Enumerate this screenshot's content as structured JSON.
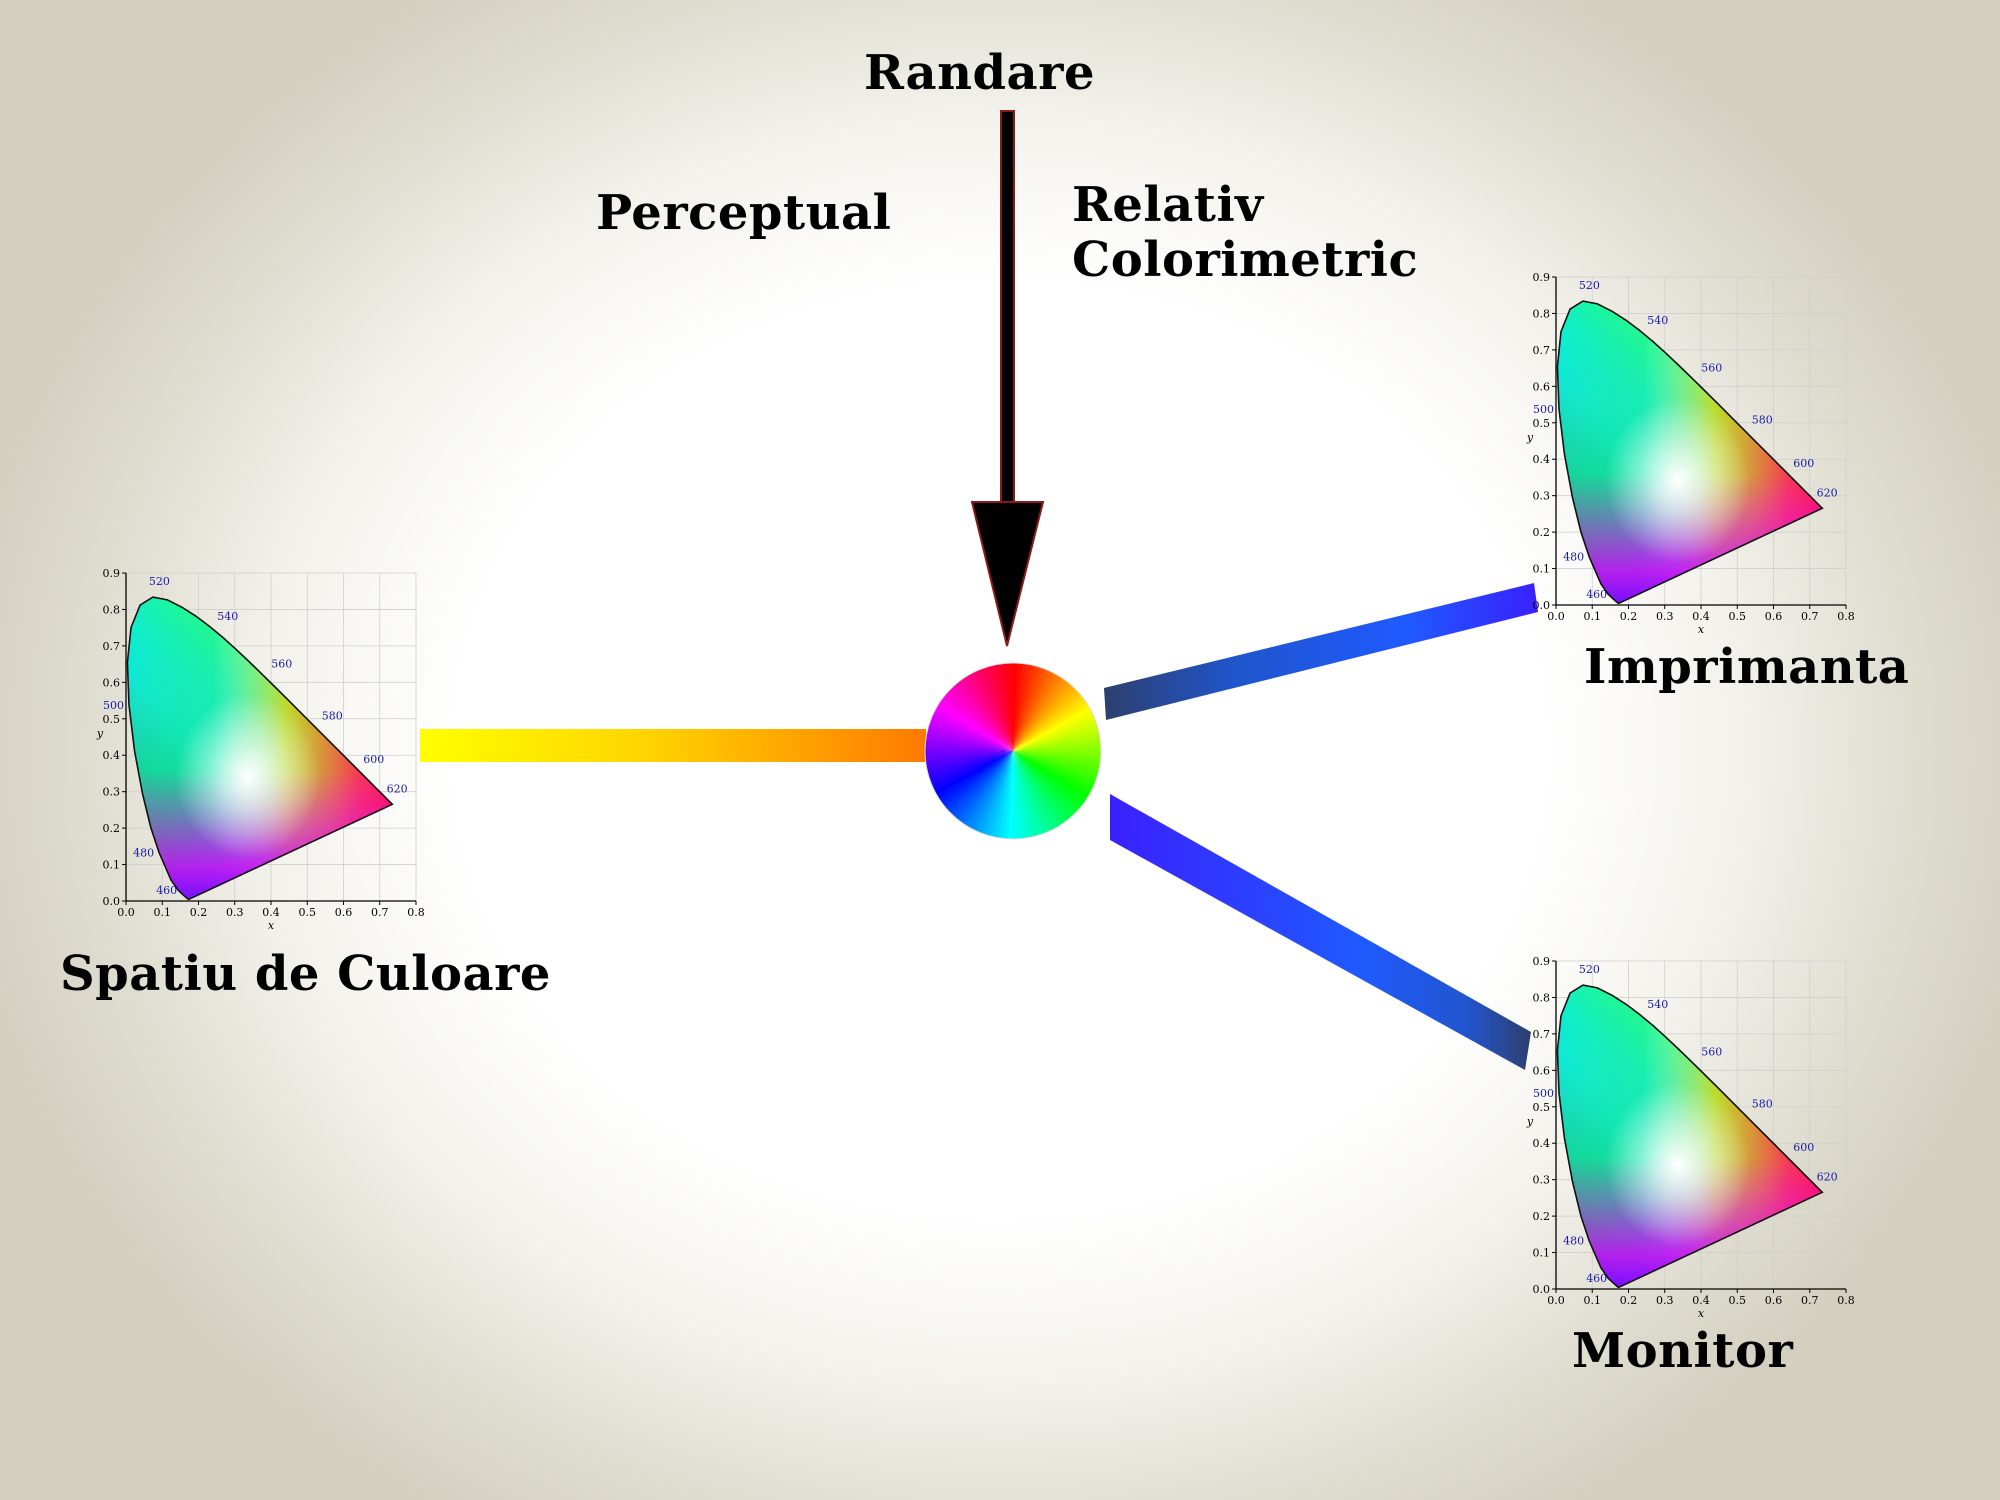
{
  "labels": {
    "rendering": "Randare",
    "perceptual": "Perceptual",
    "relative_line1": "Relativ",
    "relative_line2": "Colorimetric",
    "color_space": "Spatiu de Culoare",
    "printer": "Imprimanta",
    "monitor": "Monitor"
  },
  "cie_chart": {
    "x_ticks": [
      "0.0",
      "0.1",
      "0.2",
      "0.3",
      "0.4",
      "0.5",
      "0.6",
      "0.7",
      "0.8"
    ],
    "y_ticks": [
      "0.0",
      "0.1",
      "0.2",
      "0.3",
      "0.4",
      "0.5",
      "0.6",
      "0.7",
      "0.8",
      "0.9"
    ],
    "xlabel": "x",
    "ylabel": "y",
    "wavelengths": [
      "460",
      "480",
      "500",
      "520",
      "540",
      "560",
      "580",
      "600",
      "620"
    ]
  },
  "colors": {
    "arrow_fill": "#000000",
    "arrow_outline": "#8b1a1a",
    "input_bar_start": "#ffff00",
    "input_bar_end": "#ff7a00",
    "output_bar_start": "#2e3f6e",
    "output_bar_mid": "#1f55ff",
    "output_bar_end": "#3a20ff",
    "wavelength_label": "#1a1aa8"
  }
}
